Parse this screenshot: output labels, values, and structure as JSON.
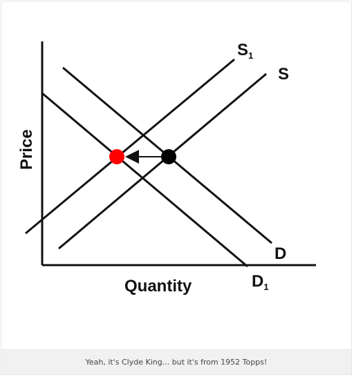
{
  "diagram": {
    "axes": {
      "y_label": "Price",
      "x_label": "Quantity"
    },
    "curves": {
      "supply_shifted": {
        "main": "S",
        "sub": "1"
      },
      "supply": {
        "main": "S",
        "sub": ""
      },
      "demand": {
        "main": "D",
        "sub": ""
      },
      "demand_shifted": {
        "main": "D",
        "sub": "1"
      }
    },
    "points": {
      "original_equilibrium_color": "#000000",
      "new_equilibrium_color": "#ff0000"
    },
    "shift_arrow": "left-pointing arrow from original equilibrium to new equilibrium"
  },
  "caption": "Yeah, it's Clyde King... but it's from 1952 Topps!"
}
